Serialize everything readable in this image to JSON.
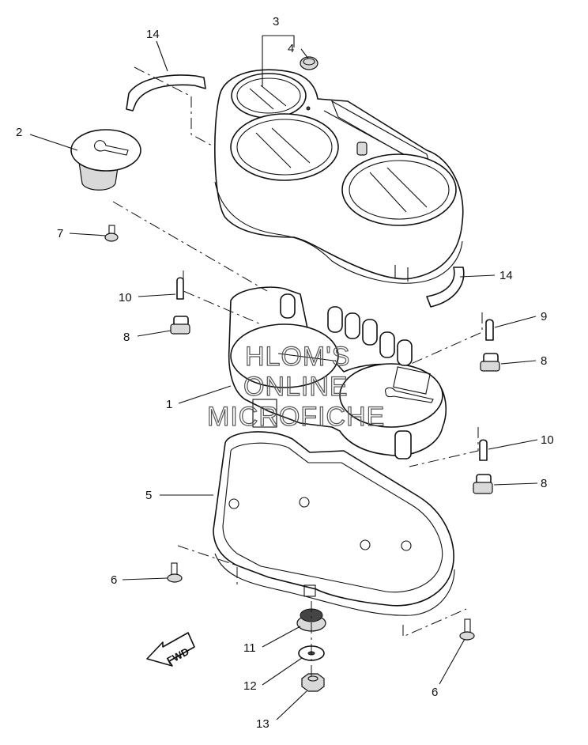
{
  "labels": [
    {
      "id": "p3",
      "text": "3"
    },
    {
      "id": "p4",
      "text": "4"
    },
    {
      "id": "p14a",
      "text": "14"
    },
    {
      "id": "p2",
      "text": "2"
    },
    {
      "id": "p7",
      "text": "7"
    },
    {
      "id": "p14b",
      "text": "14"
    },
    {
      "id": "p10a",
      "text": "10"
    },
    {
      "id": "p8a",
      "text": "8"
    },
    {
      "id": "p9",
      "text": "9"
    },
    {
      "id": "p8b",
      "text": "8"
    },
    {
      "id": "p1",
      "text": "1"
    },
    {
      "id": "p10b",
      "text": "10"
    },
    {
      "id": "p5",
      "text": "5"
    },
    {
      "id": "p8c",
      "text": "8"
    },
    {
      "id": "p6a",
      "text": "6"
    },
    {
      "id": "p11",
      "text": "11"
    },
    {
      "id": "p12",
      "text": "12"
    },
    {
      "id": "p6b",
      "text": "6"
    },
    {
      "id": "p13",
      "text": "13"
    }
  ],
  "watermark": {
    "line1": "HLOM'S",
    "line2": "ONLINE",
    "line3": "MICROFICHE"
  },
  "fwd_arrow": {
    "text": "FWD"
  }
}
